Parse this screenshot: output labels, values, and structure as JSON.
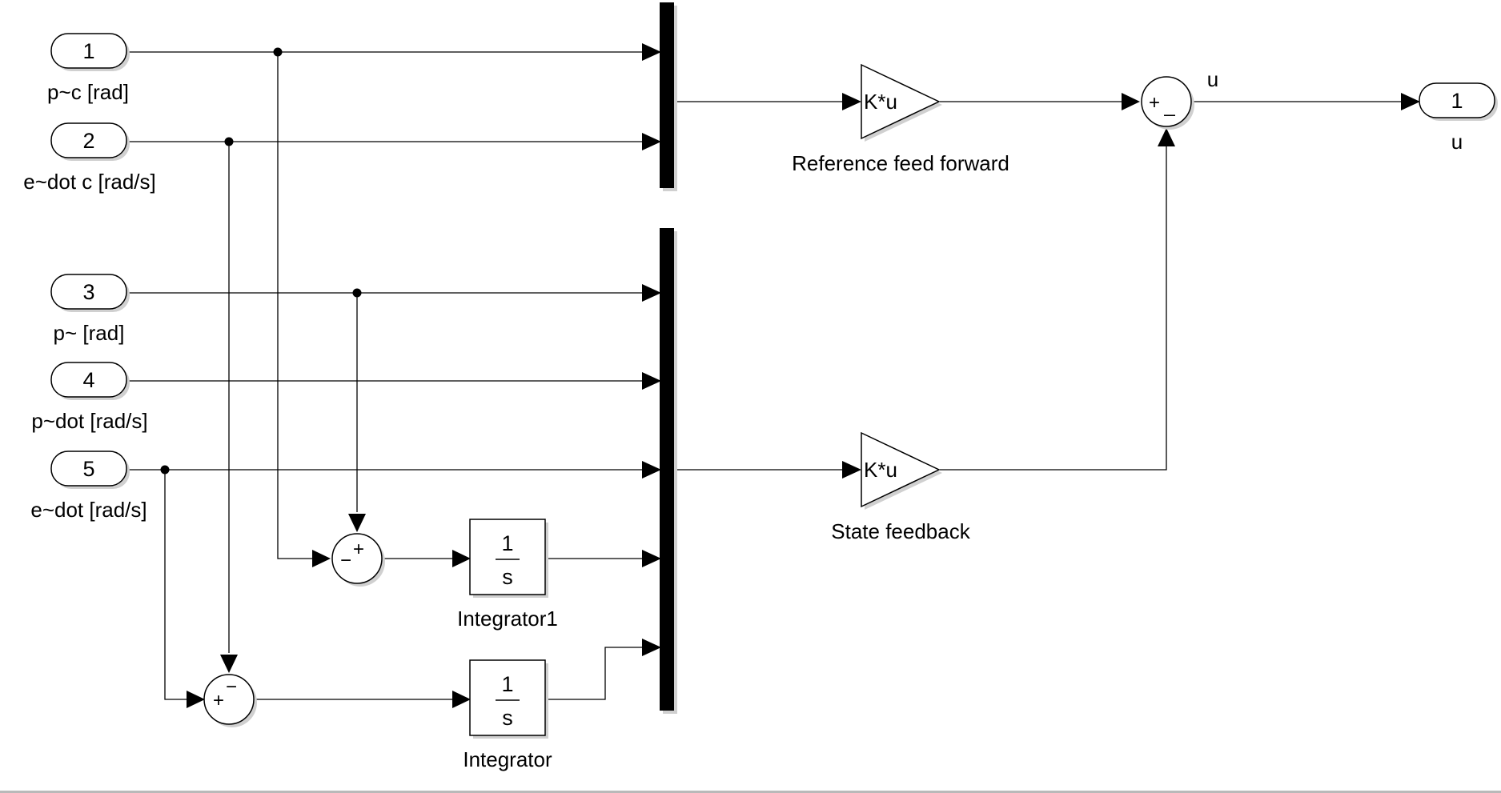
{
  "inports": [
    {
      "num": "1",
      "label": "p~c [rad]"
    },
    {
      "num": "2",
      "label": "e~dot c [rad/s]"
    },
    {
      "num": "3",
      "label": "p~ [rad]"
    },
    {
      "num": "4",
      "label": "p~dot [rad/s]"
    },
    {
      "num": "5",
      "label": "e~dot [rad/s]"
    }
  ],
  "outport": {
    "num": "1",
    "label": "u"
  },
  "signal_u": "u",
  "gains": {
    "feedforward": {
      "text": "K*u",
      "label": "Reference feed forward"
    },
    "feedback": {
      "text": "K*u",
      "label": "State feedback"
    }
  },
  "integrators": {
    "integrator1": {
      "num": "1",
      "den": "s",
      "label": "Integrator1"
    },
    "integrator": {
      "num": "1",
      "den": "s",
      "label": "Integrator"
    }
  },
  "sums": {
    "output": {
      "sign_a": "+",
      "sign_b": "_"
    },
    "integrator1_sum": {
      "sign_a": "−",
      "sign_b": "+"
    },
    "integrator_sum": {
      "sign_a": "+",
      "sign_b": "−"
    }
  },
  "colors": {
    "line": "#000000",
    "background": "#ffffff",
    "shadow": "#d0d0d0"
  }
}
